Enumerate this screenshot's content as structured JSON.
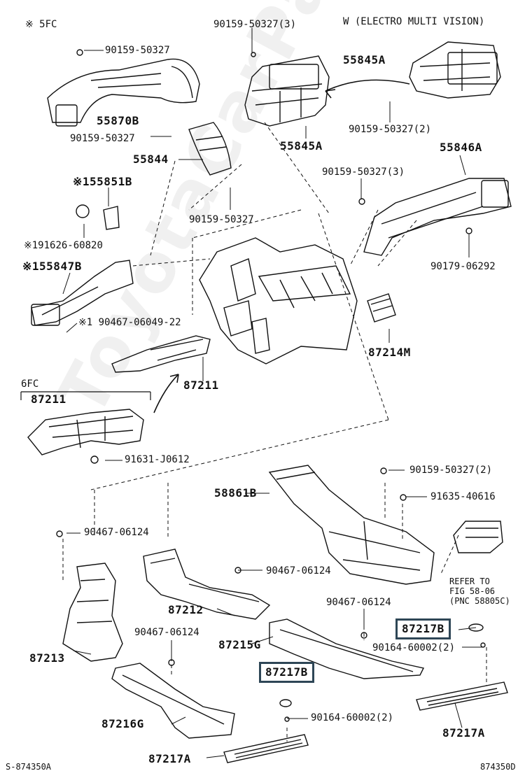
{
  "watermark": "ToyotaCarParts.ru",
  "header_left": "※ 5FC",
  "header_right": "W (ELECTRO MULTI VISION)",
  "footer_left": "S-874350A",
  "footer_right": "874350D",
  "group_6fc": "6FC",
  "refer_line1": "REFER TO",
  "refer_line2": "FIG 58-06",
  "refer_line3": "(PNC 58805C)",
  "labels": {
    "p_90159_50327_a": "90159-50327",
    "p_90159_50327_3a": "90159-50327(3)",
    "p_55845A_top": "55845A",
    "p_55870B": "55870B",
    "p_90159_50327_b": "90159-50327",
    "p_55844": "55844",
    "p_90159_50327_2": "90159-50327(2)",
    "p_55845A_mid": "55845A",
    "p_55846A": "55846A",
    "p_90159_50327_3b": "90159-50327(3)",
    "p_155851B": "※155851B",
    "p_90159_50327_c": "90159-50327",
    "p_191626_60820": "※191626-60820",
    "p_90179_06292": "90179-06292",
    "p_155847B": "※155847B",
    "p_90467_06049": "※1 90467-06049-22",
    "p_87214M": "87214M",
    "p_87211_right": "87211",
    "p_87211_left": "87211",
    "p_91631_J0612": "91631-J0612",
    "p_90159_50327_2b": "90159-50327(2)",
    "p_58861B": "58861B",
    "p_91635_40616": "91635-40616",
    "p_90467_06124_a": "90467-06124",
    "p_90467_06124_b": "90467-06124",
    "p_87212": "87212",
    "p_90467_06124_c": "90467-06124",
    "p_87217B_right": "87217B",
    "p_90467_06124_d": "90467-06124",
    "p_87215G": "87215G",
    "p_90164_60002_2a": "90164-60002(2)",
    "p_87213": "87213",
    "p_87217B_center": "87217B",
    "p_87216G": "87216G",
    "p_90164_60002_2b": "90164-60002(2)",
    "p_87217A_right": "87217A",
    "p_87217A_bottom": "87217A"
  }
}
